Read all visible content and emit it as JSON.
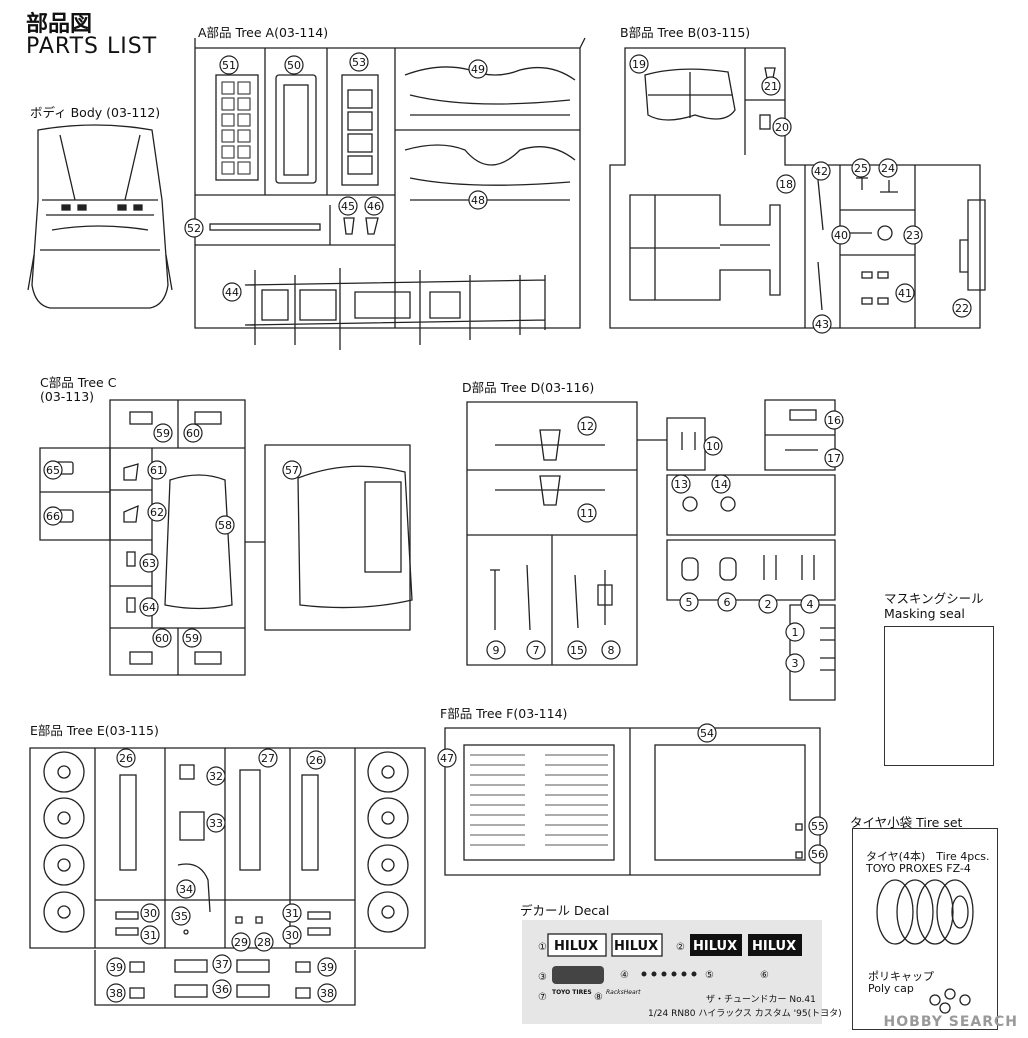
{
  "header": {
    "title_jp": "部品図",
    "title_en": "PARTS LIST"
  },
  "body": {
    "label": "ボディ Body (03-112)"
  },
  "tree_a": {
    "label": "A部品 Tree A(03-114)",
    "parts": [
      "51",
      "50",
      "53",
      "49",
      "48",
      "45",
      "46",
      "52",
      "44"
    ]
  },
  "tree_b": {
    "label": "B部品 Tree B(03-115)",
    "parts": [
      "19",
      "21",
      "20",
      "18",
      "42",
      "25",
      "24",
      "40",
      "23",
      "41",
      "43",
      "22"
    ]
  },
  "tree_c": {
    "label": "C部品 Tree C",
    "code": "(03-113)",
    "parts": [
      "59",
      "60",
      "65",
      "61",
      "66",
      "62",
      "58",
      "57",
      "63",
      "64",
      "60",
      "59"
    ]
  },
  "tree_d": {
    "label": "D部品 Tree D(03-116)",
    "parts": [
      "12",
      "10",
      "16",
      "17",
      "11",
      "13",
      "14",
      "5",
      "6",
      "2",
      "4",
      "1",
      "3",
      "9",
      "7",
      "15",
      "8"
    ]
  },
  "tree_e": {
    "label": "E部品 Tree E(03-115)",
    "parts": [
      "26",
      "27",
      "26",
      "32",
      "33",
      "34",
      "35",
      "30",
      "31",
      "29",
      "28",
      "31",
      "30",
      "39",
      "37",
      "39",
      "38",
      "36",
      "38"
    ]
  },
  "tree_f": {
    "label": "F部品 Tree F(03-114)",
    "parts": [
      "47",
      "54",
      "55",
      "56"
    ]
  },
  "masking": {
    "label_jp": "マスキングシール",
    "label_en": "Masking seal"
  },
  "decal": {
    "label": "デカール Decal",
    "logos": [
      "HILUX",
      "HILUX",
      "HILUX",
      "HILUX"
    ],
    "nums": [
      "①",
      "②",
      "③",
      "④",
      "⑤",
      "⑥",
      "⑦",
      "⑧"
    ],
    "brand1": "TOYO TIRES",
    "brand2": "RacksHeart",
    "caption1": "ザ・チューンドカー No.41",
    "caption2": "1/24 RN80 ハイラックス カスタム '95(トヨタ)"
  },
  "tire_set": {
    "label": "タイヤ小袋 Tire set",
    "line1": "タイヤ(4本)　Tire 4pcs.",
    "line2": "TOYO PROXES FZ-4",
    "cap_jp": "ポリキャップ",
    "cap_en": "Poly cap"
  },
  "watermark": "HOBBY SEARCH"
}
